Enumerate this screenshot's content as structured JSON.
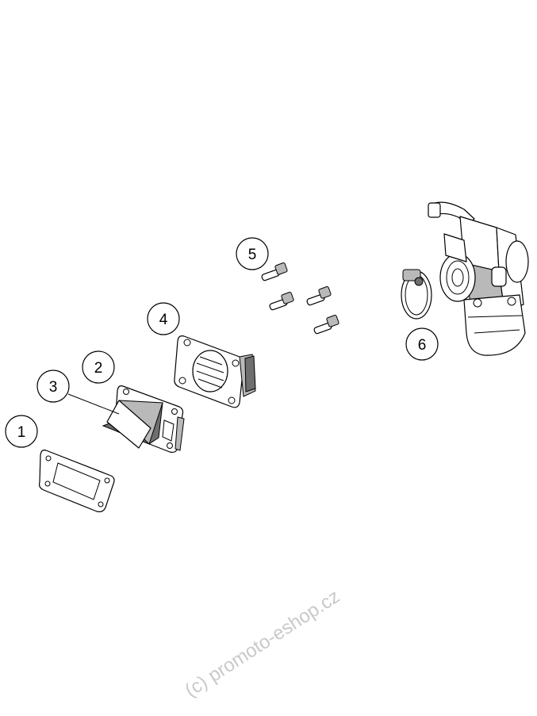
{
  "callouts": [
    {
      "label": "1"
    },
    {
      "label": "2"
    },
    {
      "label": "3"
    },
    {
      "label": "4"
    },
    {
      "label": "5"
    },
    {
      "label": "6"
    }
  ],
  "watermark": "(c) promoto-eshop.cz"
}
